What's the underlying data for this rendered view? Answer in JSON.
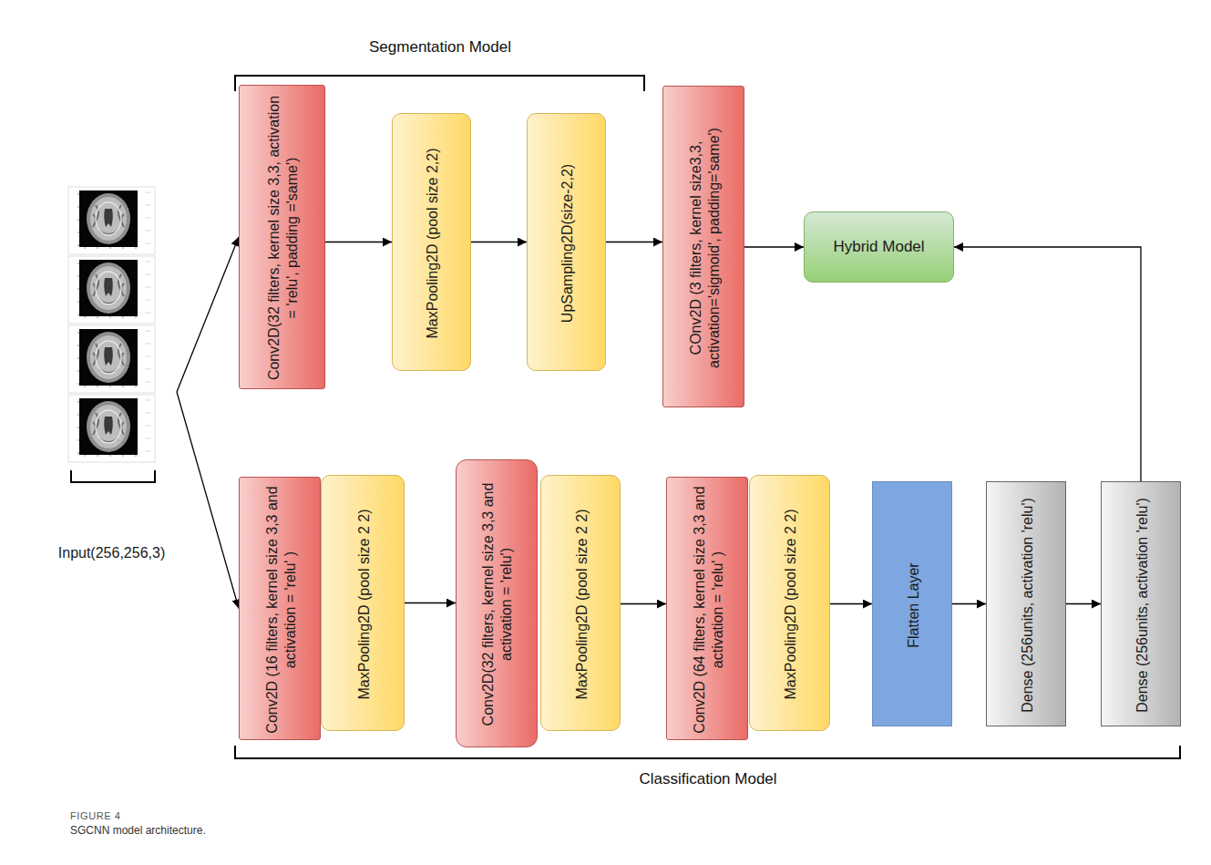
{
  "diagram": {
    "caption": "SGCNN model architecture.",
    "nodes": [
      {
        "text": [
          "Input(256,256,3)"
        ]
      },
      {
        "text": [
          "Conv2D(32 filters, kernel size 3,3, activation = 'relu', padding ='same')"
        ]
      },
      {
        "text": [
          "MaxPooling2D (pool size 2,2)"
        ]
      },
      {
        "text": [
          "UpSampling2D(size-2,2)"
        ]
      },
      {
        "text": [
          "COnv2D (3 filters, kernel size3,3, activation='sigmoid', padding='same')"
        ]
      },
      {
        "text": [
          "Hybrid Model"
        ]
      },
      {
        "text": [
          "Conv2D (16 filters, kernel size 3,3 and activation = 'relu' )"
        ]
      },
      {
        "text": [
          "MaxPooling2D (pool size 2 2)"
        ]
      },
      {
        "text": [
          "Conv2D(32 filters, kernel size 3,3 and activation = 'relu')"
        ]
      },
      {
        "text": [
          "MaxPooling2D (pool size 2 2)"
        ]
      },
      {
        "text": [
          "Conv2D (64 filters, kernel size 3,3 and activation = 'relu' )"
        ]
      },
      {
        "text": [
          "MaxPooling2D (pool size 2 2)"
        ]
      },
      {
        "text": [
          "Flatten Layer"
        ]
      },
      {
        "text": [
          "Dense (256units, activation 'relu')"
        ]
      },
      {
        "text": [
          "Dense (256units, activation 'relu')"
        ]
      }
    ],
    "edges": [
      {
        "from": 0,
        "to": 1,
        "arrow": "to"
      },
      {
        "from": 0,
        "to": 6,
        "arrow": "to"
      },
      {
        "from": 1,
        "to": 2,
        "arrow": "to"
      },
      {
        "from": 2,
        "to": 3,
        "arrow": "to"
      },
      {
        "from": 3,
        "to": 4,
        "arrow": "to"
      },
      {
        "from": 4,
        "to": 5,
        "arrow": "to"
      },
      {
        "from": 7,
        "to": 8,
        "arrow": "to"
      },
      {
        "from": 9,
        "to": 10,
        "arrow": "to"
      },
      {
        "from": 11,
        "to": 12,
        "arrow": "to"
      },
      {
        "from": 12,
        "to": 13,
        "arrow": "to"
      },
      {
        "from": 13,
        "to": 14,
        "arrow": "to"
      },
      {
        "from": 14,
        "to": 5,
        "arrow": "to"
      }
    ],
    "labels": [
      "Segmentation Model",
      "Classification Model",
      "FIGURE 4"
    ]
  }
}
